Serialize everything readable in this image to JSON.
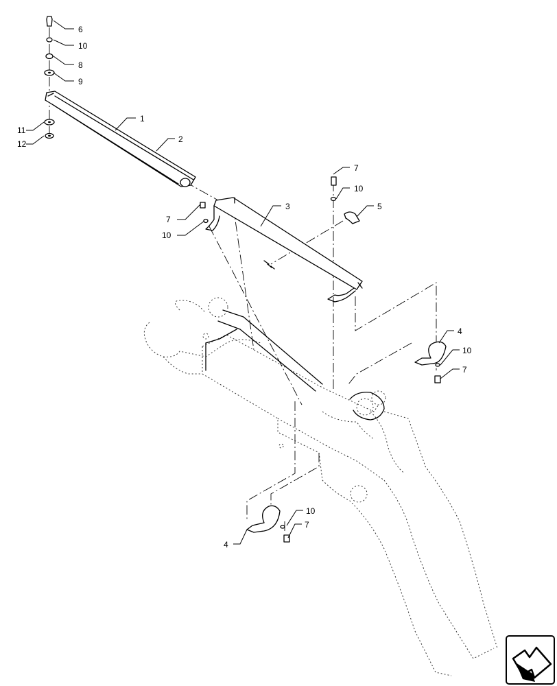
{
  "callouts": [
    "6",
    "10",
    "8",
    "9",
    "1",
    "11",
    "12",
    "2",
    "7",
    "10",
    "5",
    "3",
    "7",
    "10",
    "4",
    "10",
    "7",
    "10",
    "7",
    "4"
  ],
  "nav_icon": "arrow-next-icon"
}
